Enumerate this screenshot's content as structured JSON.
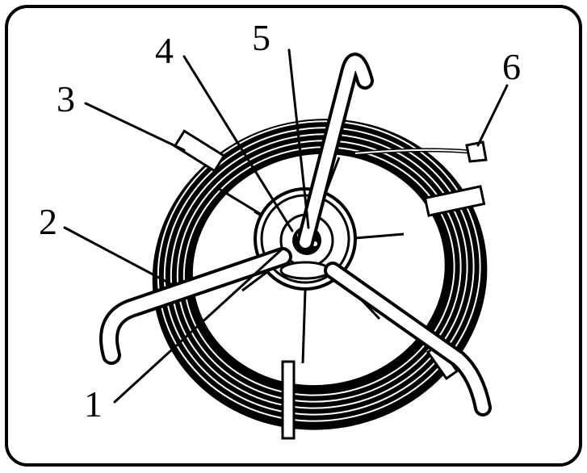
{
  "figure": {
    "labels": [
      {
        "id": "1",
        "text": "1",
        "part": "cable"
      },
      {
        "id": "2",
        "text": "2",
        "part": "handle-frame"
      },
      {
        "id": "3",
        "text": "3",
        "part": "coil-clip"
      },
      {
        "id": "4",
        "text": "4",
        "part": "hub-ring"
      },
      {
        "id": "5",
        "text": "5",
        "part": "axle"
      },
      {
        "id": "6",
        "text": "6",
        "part": "cable-end-fitting"
      }
    ]
  }
}
